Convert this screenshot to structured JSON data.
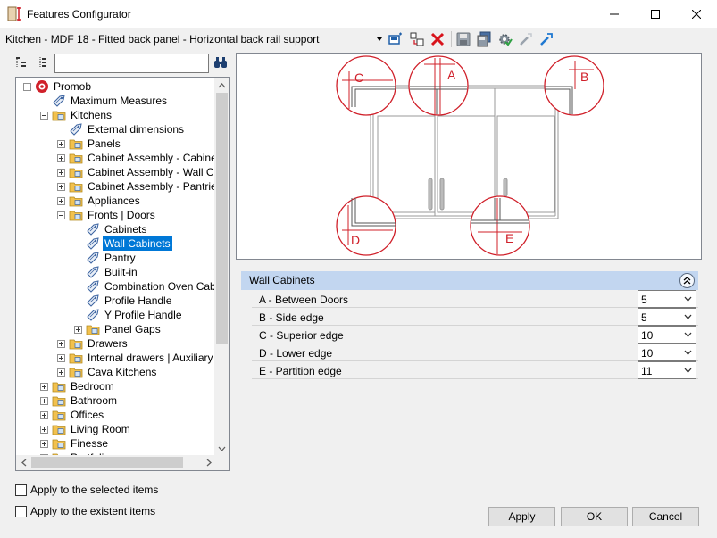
{
  "window": {
    "title": "Features Configurator",
    "minimize_label": "Minimize",
    "maximize_label": "Maximize",
    "close_label": "Close"
  },
  "path": {
    "text": "Kitchen - MDF 18 - Fitted back panel - Horizontal back rail support"
  },
  "toolbar": {
    "icons": [
      "select-item-icon",
      "move-to-icon",
      "delete-icon",
      "save-icon",
      "save-as-icon",
      "settings-gear-icon",
      "pick-icon",
      "apply-icon"
    ]
  },
  "tree": {
    "search_value": "",
    "items": [
      {
        "label": "Promob",
        "depth": 0,
        "expander": "minus",
        "icon": "promob-logo"
      },
      {
        "label": "Maximum Measures",
        "depth": 1,
        "expander": "none",
        "icon": "tag"
      },
      {
        "label": "Kitchens",
        "depth": 1,
        "expander": "minus",
        "icon": "folder"
      },
      {
        "label": "External dimensions",
        "depth": 2,
        "expander": "none",
        "icon": "tag"
      },
      {
        "label": "Panels",
        "depth": 2,
        "expander": "plus",
        "icon": "folder"
      },
      {
        "label": "Cabinet Assembly - Cabinets",
        "depth": 2,
        "expander": "plus",
        "icon": "folder"
      },
      {
        "label": "Cabinet Assembly - Wall Cabi",
        "depth": 2,
        "expander": "plus",
        "icon": "folder"
      },
      {
        "label": "Cabinet Assembly - Pantries",
        "depth": 2,
        "expander": "plus",
        "icon": "folder"
      },
      {
        "label": "Appliances",
        "depth": 2,
        "expander": "plus",
        "icon": "folder"
      },
      {
        "label": "Fronts | Doors",
        "depth": 2,
        "expander": "minus",
        "icon": "folder"
      },
      {
        "label": "Cabinets",
        "depth": 3,
        "expander": "none",
        "icon": "tag"
      },
      {
        "label": "Wall Cabinets",
        "depth": 3,
        "expander": "none",
        "icon": "tag",
        "selected": true
      },
      {
        "label": "Pantry",
        "depth": 3,
        "expander": "none",
        "icon": "tag"
      },
      {
        "label": "Built-in",
        "depth": 3,
        "expander": "none",
        "icon": "tag"
      },
      {
        "label": "Combination Oven Cabine",
        "depth": 3,
        "expander": "none",
        "icon": "tag"
      },
      {
        "label": "Profile Handle",
        "depth": 3,
        "expander": "none",
        "icon": "tag"
      },
      {
        "label": "Y Profile Handle",
        "depth": 3,
        "expander": "none",
        "icon": "tag"
      },
      {
        "label": "Panel Gaps",
        "depth": 3,
        "expander": "plus",
        "icon": "folder"
      },
      {
        "label": "Drawers",
        "depth": 2,
        "expander": "plus",
        "icon": "folder"
      },
      {
        "label": "Internal drawers | Auxiliary",
        "depth": 2,
        "expander": "plus",
        "icon": "folder"
      },
      {
        "label": "Cava Kitchens",
        "depth": 2,
        "expander": "plus",
        "icon": "folder"
      },
      {
        "label": "Bedroom",
        "depth": 1,
        "expander": "plus",
        "icon": "folder"
      },
      {
        "label": "Bathroom",
        "depth": 1,
        "expander": "plus",
        "icon": "folder"
      },
      {
        "label": "Offices",
        "depth": 1,
        "expander": "plus",
        "icon": "folder"
      },
      {
        "label": "Living Room",
        "depth": 1,
        "expander": "plus",
        "icon": "folder"
      },
      {
        "label": "Finesse",
        "depth": 1,
        "expander": "plus",
        "icon": "folder"
      },
      {
        "label": "Portfolio",
        "depth": 1,
        "expander": "plus",
        "icon": "folder"
      }
    ]
  },
  "diagram": {
    "callouts": [
      "C",
      "A",
      "B",
      "D",
      "E"
    ],
    "accent_color": "#d0202a"
  },
  "properties": {
    "header": "Wall Cabinets",
    "rows": [
      {
        "label": "A - Between Doors",
        "value": "5"
      },
      {
        "label": "B - Side edge",
        "value": "5"
      },
      {
        "label": "C - Superior edge",
        "value": "10"
      },
      {
        "label": "D - Lower edge",
        "value": "10"
      },
      {
        "label": "E - Partition edge",
        "value": "11"
      }
    ]
  },
  "options": {
    "apply_selected": "Apply to the selected items",
    "apply_existent": "Apply to the existent items"
  },
  "buttons": {
    "apply": "Apply",
    "ok": "OK",
    "cancel": "Cancel"
  }
}
